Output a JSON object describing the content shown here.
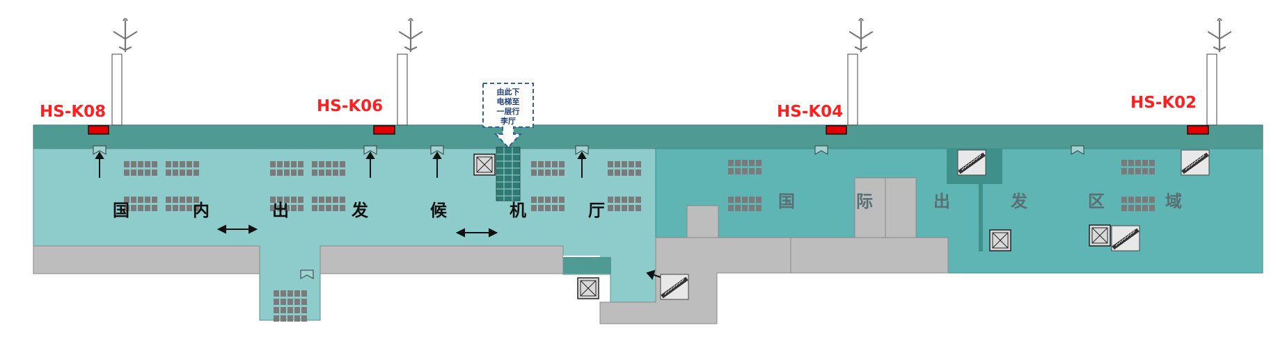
{
  "gates": [
    {
      "id": "gate-k08",
      "label": "HS-K08"
    },
    {
      "id": "gate-k06",
      "label": "HS-K06"
    },
    {
      "id": "gate-k04",
      "label": "HS-K04"
    },
    {
      "id": "gate-k02",
      "label": "HS-K02"
    }
  ],
  "domestic_hall": {
    "chars": [
      "国",
      "内",
      "出",
      "发",
      "候",
      "机",
      "厅"
    ]
  },
  "international_area": {
    "chars": [
      "国",
      "际",
      "出",
      "发",
      "区",
      "域"
    ]
  },
  "escalator_note": {
    "lines": [
      "由此下",
      "电梯至",
      "一层行",
      "李厅"
    ]
  },
  "colors": {
    "apron_band": "#4f9a93",
    "domestic_floor": "#8ecbcb",
    "international_floor": "#5fb5b3",
    "service_grey": "#bdbdbd",
    "gate_marker": "#e00000",
    "gate_text": "#ff1f1f",
    "note_border": "#2f5f9f"
  },
  "icons": [
    "airplane-icon",
    "jet-bridge-icon",
    "elevator-icon",
    "escalator-icon",
    "seating-icon",
    "direction-arrow-icon"
  ]
}
